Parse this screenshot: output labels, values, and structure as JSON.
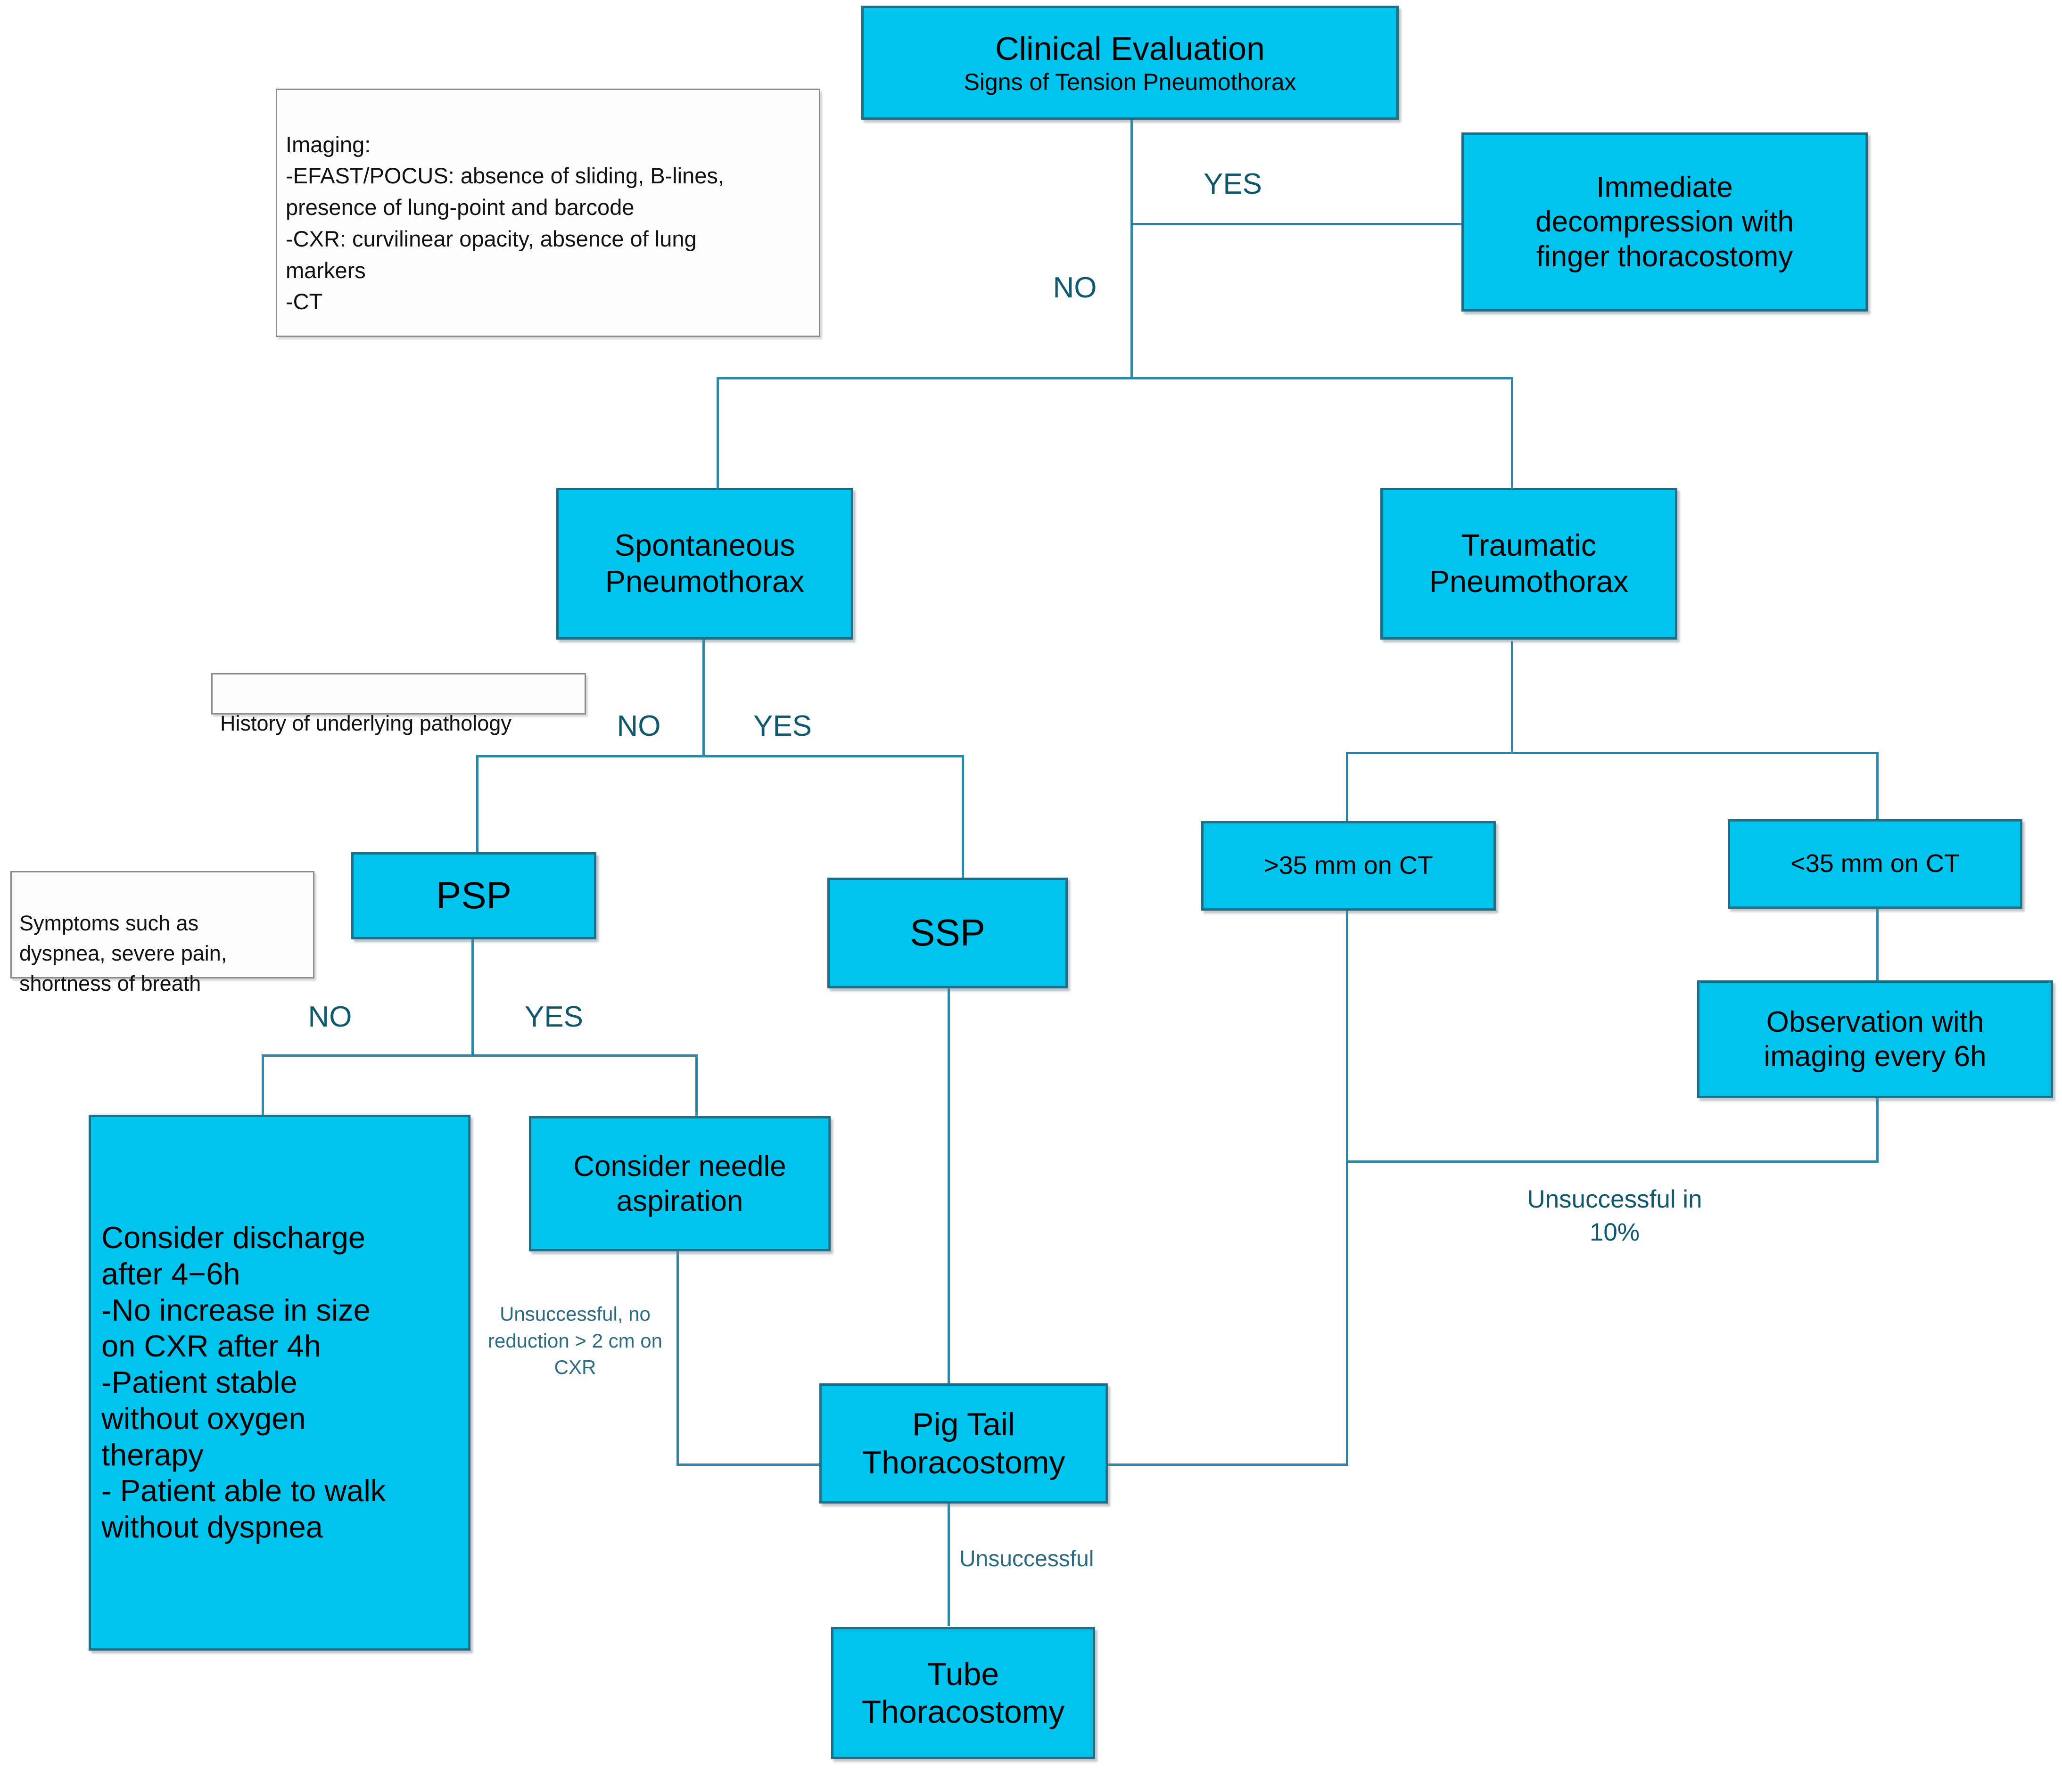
{
  "diagram": {
    "title": "Pneumothorax management algorithm",
    "accent_cyan": "#00C4EE",
    "accent_border": "#1F6F86",
    "connector_color": "#2E87A8",
    "label_color": "#10586E"
  },
  "nodes": {
    "clinical_evaluation": {
      "line1": "Clinical Evaluation",
      "line2": "Signs of Tension Pneumothorax"
    },
    "immediate_decompression": "Immediate\ndecompression with\nfinger thoracostomy",
    "spontaneous": "Spontaneous\nPneumothorax",
    "traumatic": "Traumatic\nPneumothorax",
    "psp": "PSP",
    "ssp": "SSP",
    "gt35": ">35 mm on CT",
    "lt35": "<35 mm on CT",
    "observation": "Observation with\nimaging every 6h",
    "consider_discharge": "Consider discharge\nafter 4−6h\n-No increase in size\non CXR after 4h\n-Patient stable\nwithout oxygen\ntherapy\n- Patient able to walk\nwithout dyspnea",
    "needle_aspiration": "Consider needle\naspiration",
    "pigtail": "Pig Tail\nThoracostomy",
    "tube": "Tube\nThoracostomy"
  },
  "callouts": {
    "imaging": "Imaging:\n-EFAST/POCUS: absence of sliding, B-lines,\npresence of lung-point and barcode\n-CXR: curvilinear opacity, absence of lung\nmarkers\n-CT",
    "history": "History of underlying pathology",
    "symptoms": "Symptoms such as\ndyspnea, severe pain,\nshortness of breath"
  },
  "edge_labels": {
    "tension_yes": "YES",
    "tension_no": "NO",
    "history_no": "NO",
    "history_yes": "YES",
    "symptoms_no": "NO",
    "symptoms_yes": "YES",
    "aspiration_failed": "Unsuccessful, no\nreduction > 2 cm on\nCXR",
    "pigtail_failed": "Unsuccessful",
    "observation_failed": "Unsuccessful in\n10%"
  }
}
